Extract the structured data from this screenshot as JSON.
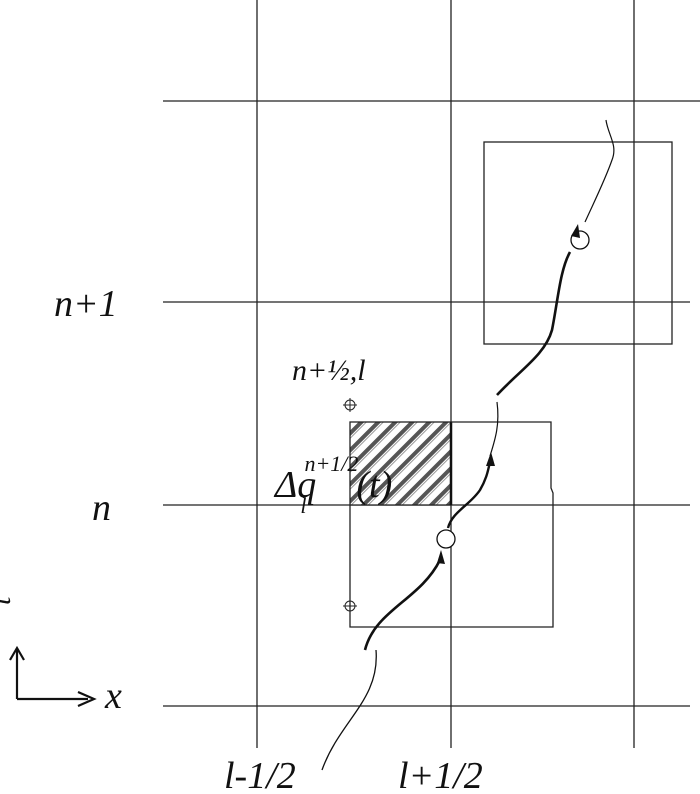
{
  "labels": {
    "row_n_plus_1": "n+1",
    "row_n": "n",
    "col_l_minus_half": "l-1/2",
    "col_l_plus_half": "l+1/2",
    "node_label": "n+½,l",
    "delta_q": "Δq",
    "delta_q_sub": "l",
    "delta_q_sup": "n+1/2",
    "delta_q_arg": "(t)",
    "axis_x": "x",
    "axis_t": "t"
  }
}
